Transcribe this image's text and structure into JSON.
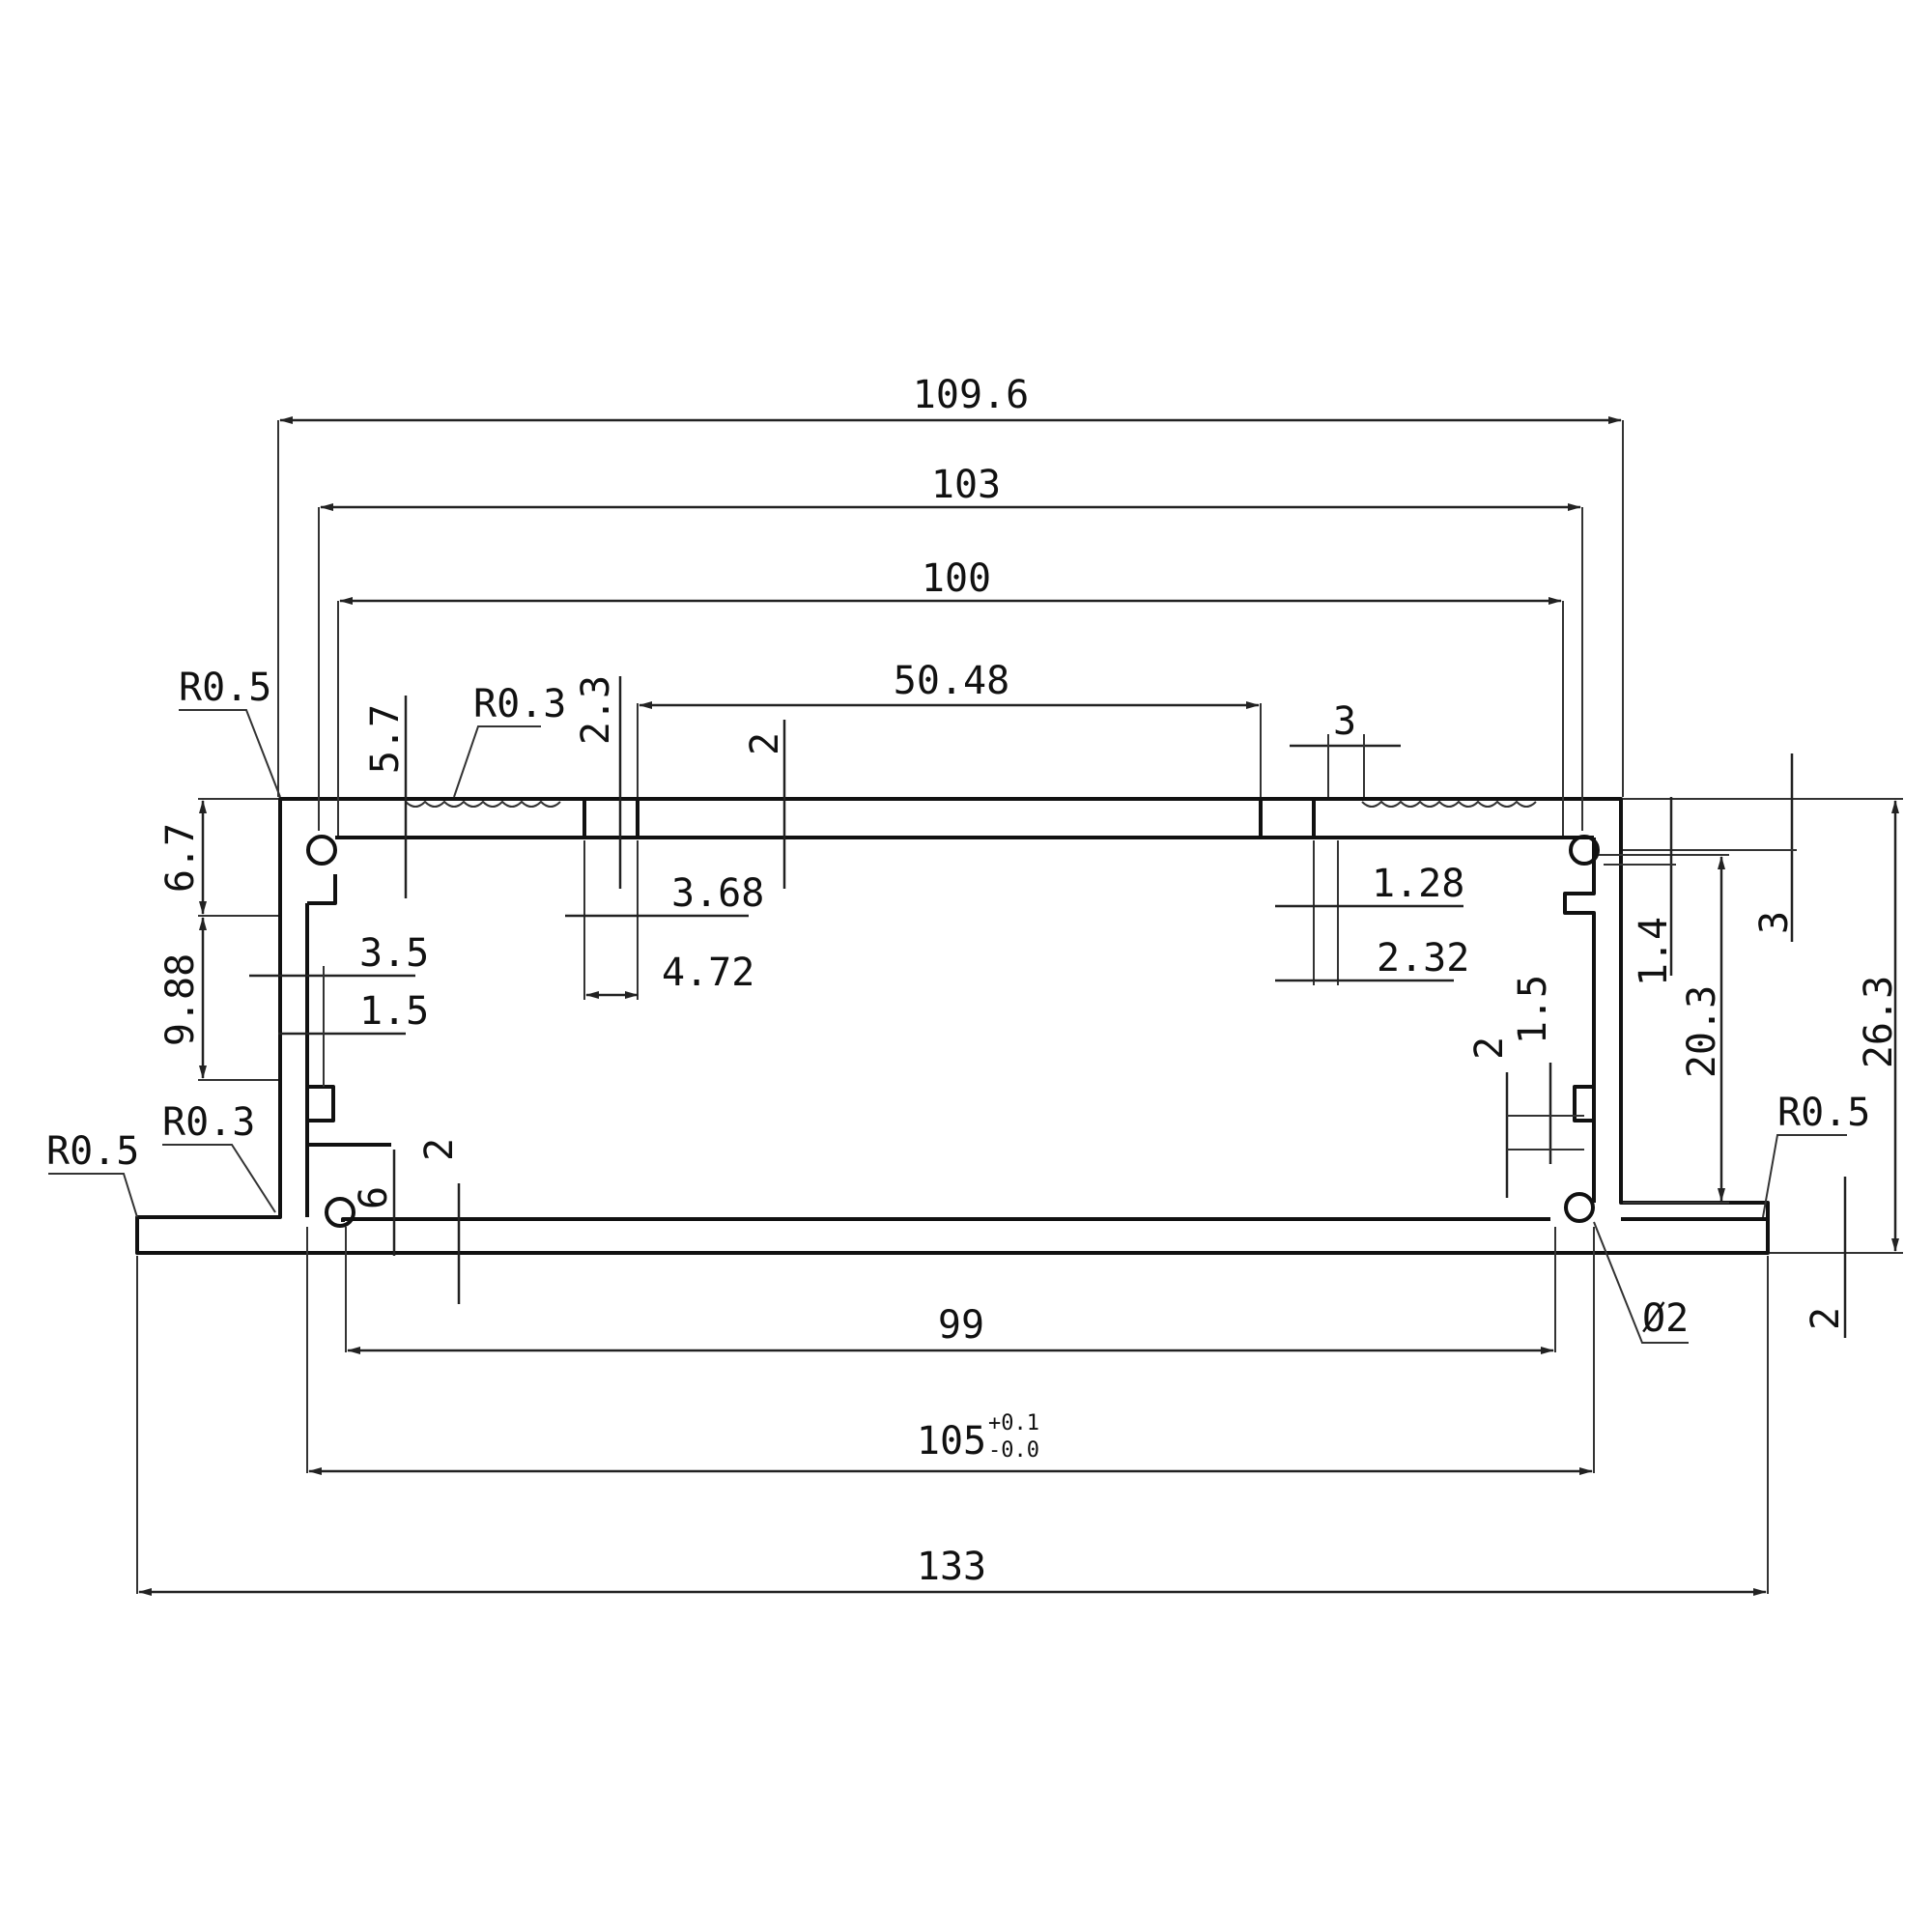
{
  "drawing": {
    "line_color": "#111111",
    "background": "#ffffff",
    "dimensions": {
      "overall_top_width": "109.6",
      "inner_top_width": "103",
      "inner_width": "100",
      "center_span": "50.48",
      "bottom_inner": "99",
      "base_width": "105",
      "base_tol_plus": "+0.1",
      "base_tol_minus": "-0.0",
      "overall_width": "133",
      "slot_3": "3",
      "t_2_3": "2.3",
      "t_2_top": "2",
      "t_5_7": "5.7",
      "t_6_7": "6.7",
      "t_9_88": "9.88",
      "t_3_5": "3.5",
      "t_1_5_left": "1.5",
      "t_3_68": "3.68",
      "t_4_72": "4.72",
      "t_1_28": "1.28",
      "t_2_32": "2.32",
      "t_1_4": "1.4",
      "t_3_right": "3",
      "t_20_3": "20.3",
      "t_26_3": "26.3",
      "t_1_5_right": "1.5",
      "t_2_right": "2",
      "t_2_bottom_left": "2",
      "t_6": "6",
      "t_2_far_right": "2"
    },
    "callouts": {
      "r05_top_left": "R0.5",
      "r03_top": "R0.3",
      "r03_left": "R0.3",
      "r05_bottom_left": "R0.5",
      "r05_right": "R0.5",
      "phi2": "Ø2"
    }
  }
}
